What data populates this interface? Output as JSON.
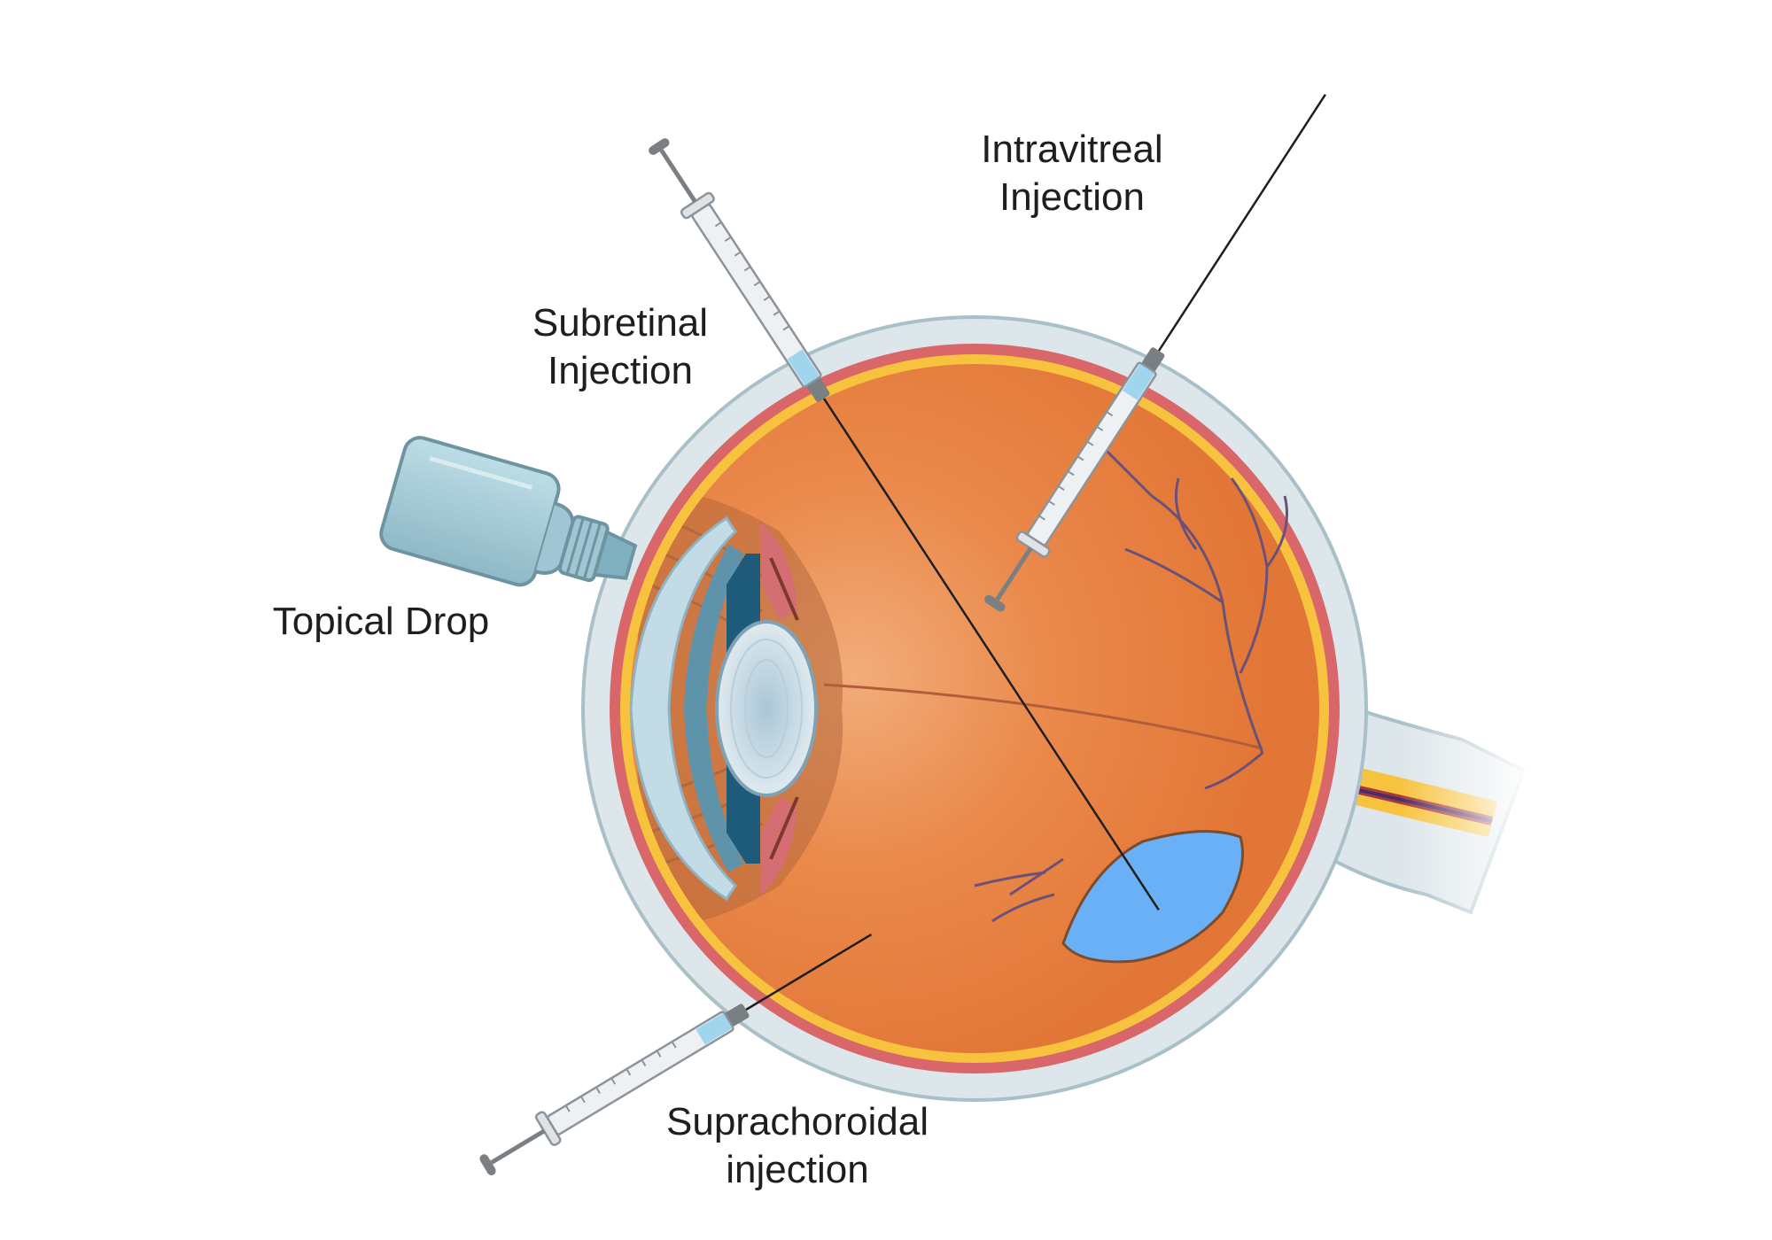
{
  "labels": {
    "intravitreal": {
      "line1": "Intravitreal",
      "line2": "Injection"
    },
    "subretinal": {
      "line1": "Subretinal",
      "line2": "Injection"
    },
    "topical": {
      "line1": "Topical Drop"
    },
    "suprachoroidal": {
      "line1": "Suprachoroidal",
      "line2": "injection"
    }
  },
  "colors": {
    "sclera_outer": "#dde6ea",
    "sclera_edge": "#a9c0c9",
    "choroid": "#d9676a",
    "retina": "#f7c33e",
    "vitreous": "#e47c3e",
    "lens": "#c9dce6",
    "bleb": "#6ab0f7",
    "cornea": "#c2dbe4",
    "iris": "#1e5a7a",
    "bottle": "#a5cbd6",
    "syringe_barrel": "#eef1f3",
    "needle": "#6c6c6c"
  }
}
